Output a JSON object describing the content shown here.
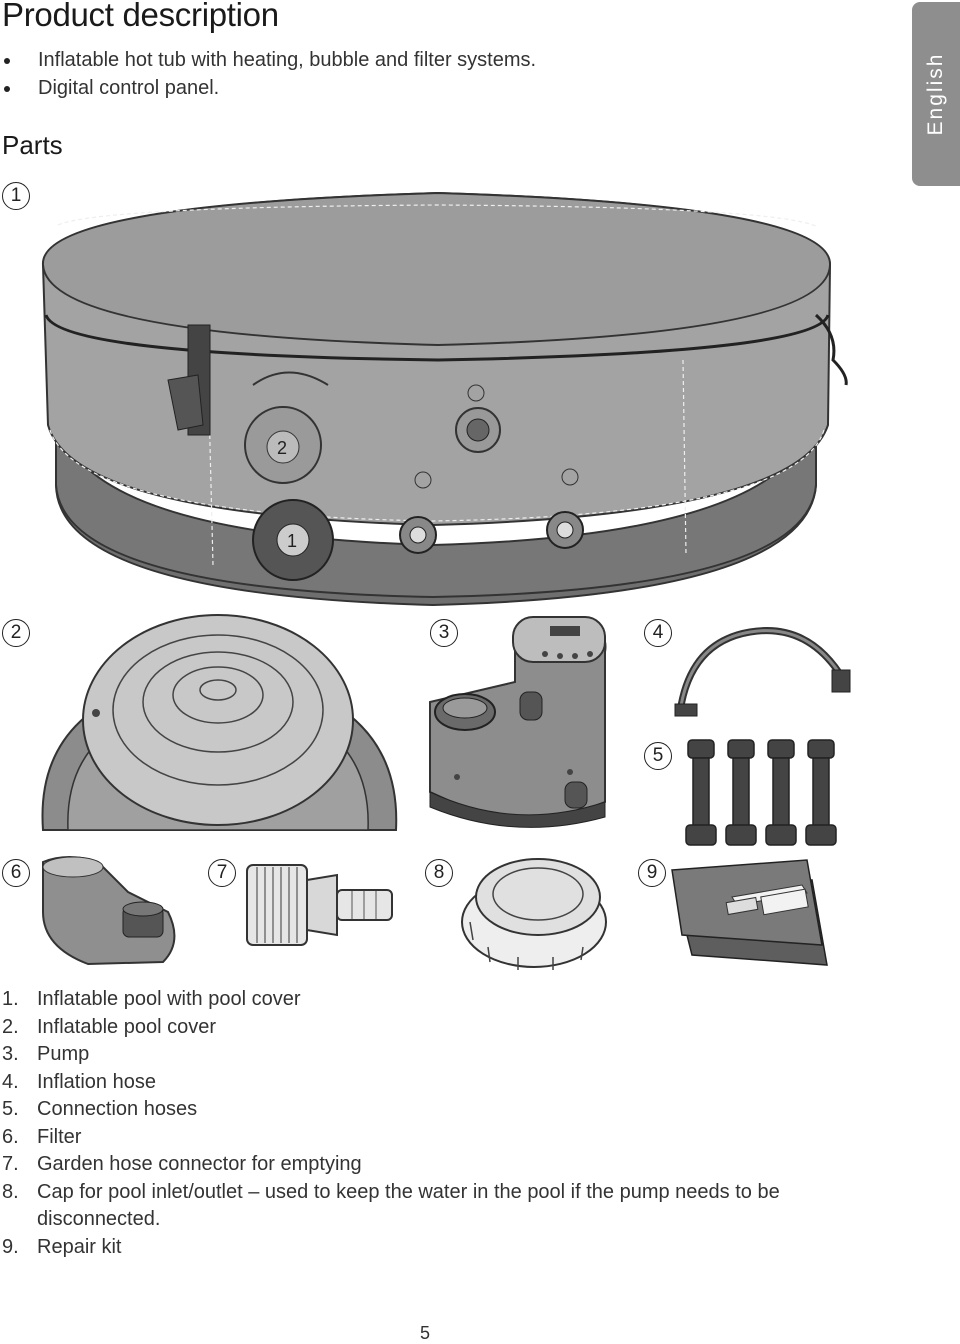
{
  "header": {
    "title": "Product description"
  },
  "bullets": [
    "Inflatable hot tub with heating, bubble and filter systems.",
    "Digital control panel."
  ],
  "parts_heading": "Parts",
  "language_tab": "English",
  "figure_labels": {
    "f1": "1",
    "f2": "2",
    "f3": "3",
    "f4": "4",
    "f5": "5",
    "f6": "6",
    "f7": "7",
    "f8": "8",
    "f9": "9"
  },
  "parts": [
    {
      "n": "1.",
      "text": "Inflatable pool with pool cover"
    },
    {
      "n": "2.",
      "text": "Inflatable pool cover"
    },
    {
      "n": "3.",
      "text": "Pump"
    },
    {
      "n": "4.",
      "text": "Inflation hose"
    },
    {
      "n": "5.",
      "text": "Connection hoses"
    },
    {
      "n": "6.",
      "text": "Filter"
    },
    {
      "n": "7.",
      "text": "Garden hose connector for emptying"
    },
    {
      "n": "8.",
      "text": "Cap for pool inlet/outlet – used to keep the water in the pool if the pump needs to be disconnected."
    },
    {
      "n": "9.",
      "text": "Repair kit"
    }
  ],
  "page_number": "5"
}
